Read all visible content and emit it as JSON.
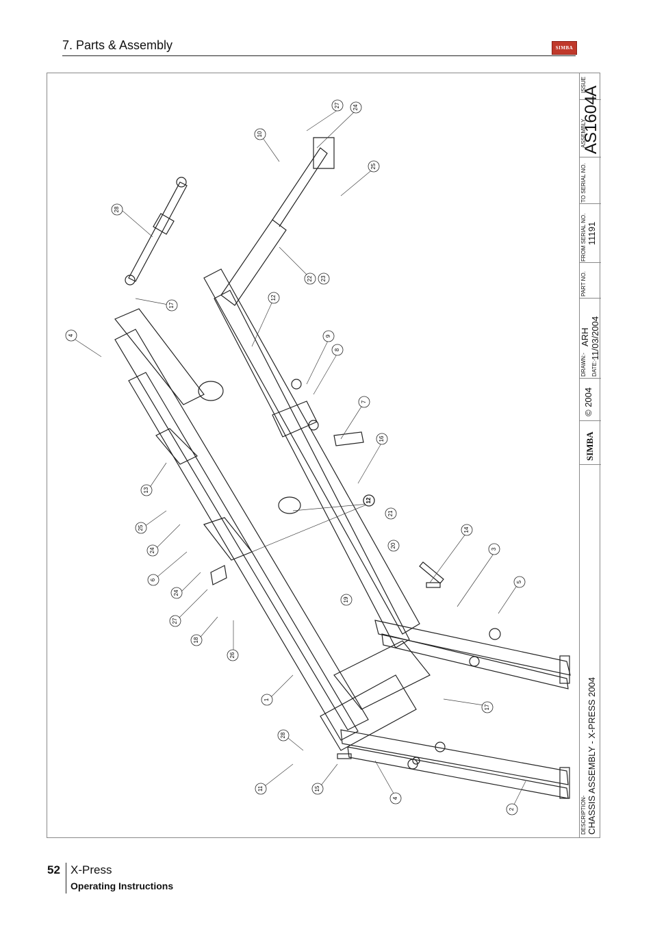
{
  "header": {
    "section_title": "7. Parts & Assembly",
    "logo_text": "SIMBA"
  },
  "title_block": {
    "issue_label": "ISSUE",
    "issue_value": "A",
    "assembly_label": "ASSEMBLY",
    "assembly_value": "AS1604",
    "to_serial_label": "TO SERIAL NO.",
    "from_serial_label": "FROM SERIAL NO.",
    "from_serial_value": "11191",
    "part_no_label": "PART NO.",
    "drawn_label": "DRAWN:-",
    "drawn_value": "ARH",
    "date_label": "DATE:-",
    "date_value": "11/03/2004",
    "copyright": "© 2004",
    "logo_text": "SIMBA",
    "description_label": "DESCRIPTION-",
    "description_value": "CHASSIS ASSEMBLY - X-PRESS 2004"
  },
  "callouts": [
    "27",
    "24",
    "10",
    "25",
    "28",
    "22",
    "23",
    "12",
    "17",
    "4",
    "9",
    "8",
    "7",
    "16",
    "13",
    "25",
    "24",
    "6",
    "12",
    "21",
    "20",
    "24",
    "19",
    "14",
    "3",
    "5",
    "27",
    "18",
    "26",
    "1",
    "17",
    "28",
    "11",
    "15",
    "4",
    "2"
  ],
  "footer": {
    "page_number": "52",
    "product": "X-Press",
    "subtitle": "Operating Instructions"
  }
}
